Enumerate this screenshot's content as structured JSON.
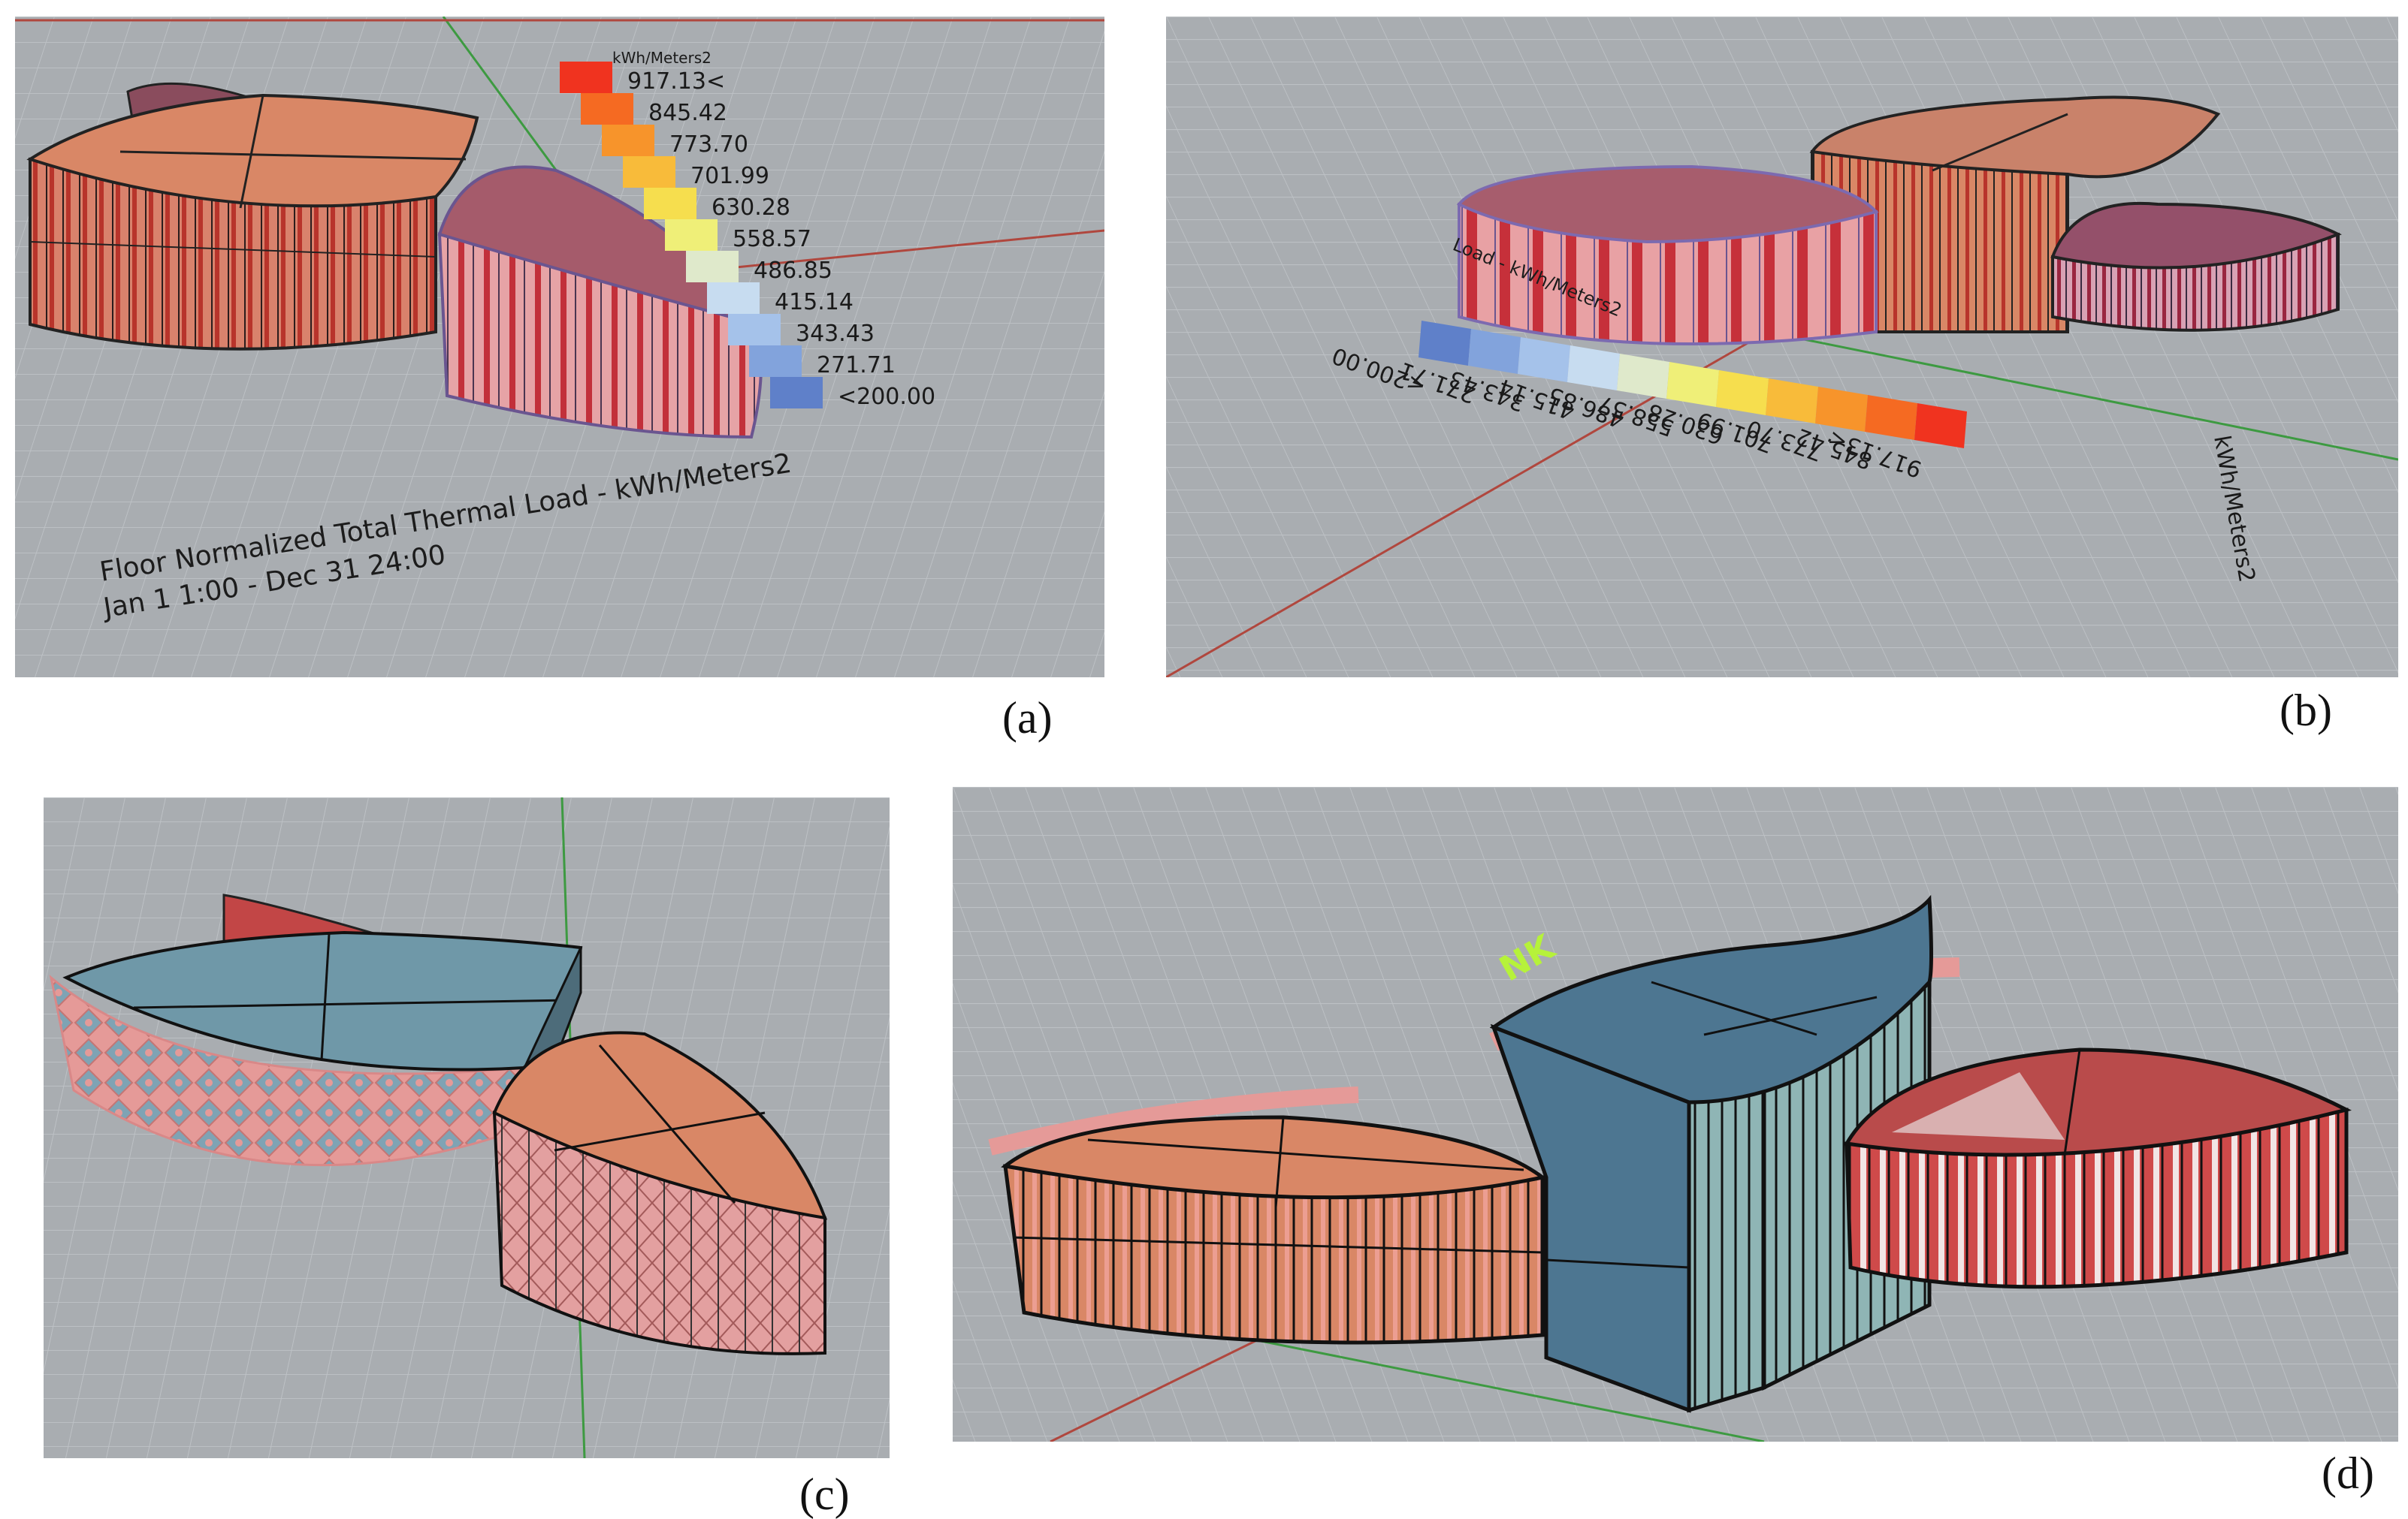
{
  "captions": {
    "a": "(a)",
    "b": "(b)",
    "c": "(c)",
    "d": "(d)"
  },
  "legend": {
    "unit": "kWh/Meters2",
    "labels": [
      "917.13<",
      "845.42",
      "773.70",
      "701.99",
      "630.28",
      "558.57",
      "486.85",
      "415.14",
      "343.43",
      "271.71",
      "<200.00"
    ],
    "colors": [
      "#f0331f",
      "#f56a22",
      "#f7942b",
      "#f8bb3a",
      "#f6de4e",
      "#efef78",
      "#dfe9cb",
      "#c7dcf0",
      "#a5c2ea",
      "#82a3dc",
      "#5f80c9"
    ]
  },
  "panel_a": {
    "title_line1": "Floor Normalized Total Thermal Load  - kWh/Meters2",
    "title_line2": "Jan 1 1:00 - Dec 31 24:00"
  },
  "panel_b": {
    "fragment": "Load  - kWh/Meters2"
  },
  "panel_d": {
    "marker": "NK"
  },
  "colors": {
    "viewport_bg": "#a9adb1",
    "grid_line": "#bdc1c5",
    "axis_red": "#b0473e",
    "axis_green": "#3d9a41",
    "salmon": "#d98766",
    "mauve": "#8a4c5d",
    "slate_blue": "#4d7691",
    "teal_roof": "#6f98a8",
    "pink_lattice": "#e59a98"
  }
}
